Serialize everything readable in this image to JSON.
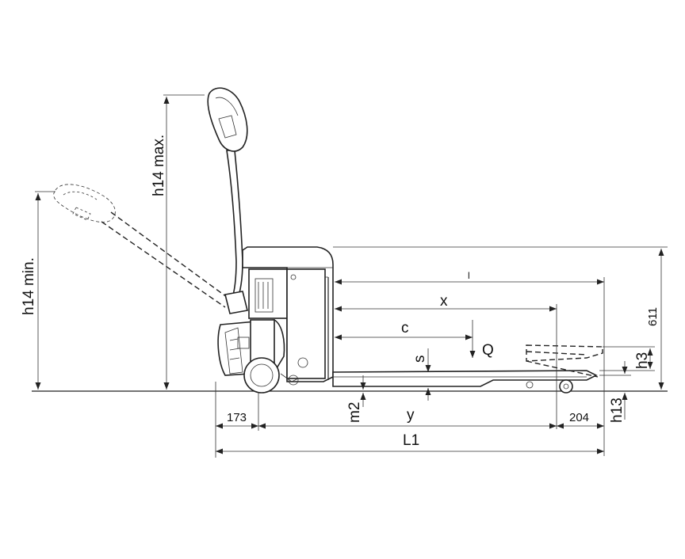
{
  "labels": {
    "h14_max": "h14 max.",
    "h14_min": "h14 min.",
    "l": "l",
    "x": "x",
    "c": "c",
    "q": "Q",
    "s": "s",
    "h3": "h3",
    "h13": "h13",
    "m2": "m2",
    "y": "y",
    "l1": "L1",
    "dim_173": "173",
    "dim_204": "204",
    "dim_611": "611"
  }
}
